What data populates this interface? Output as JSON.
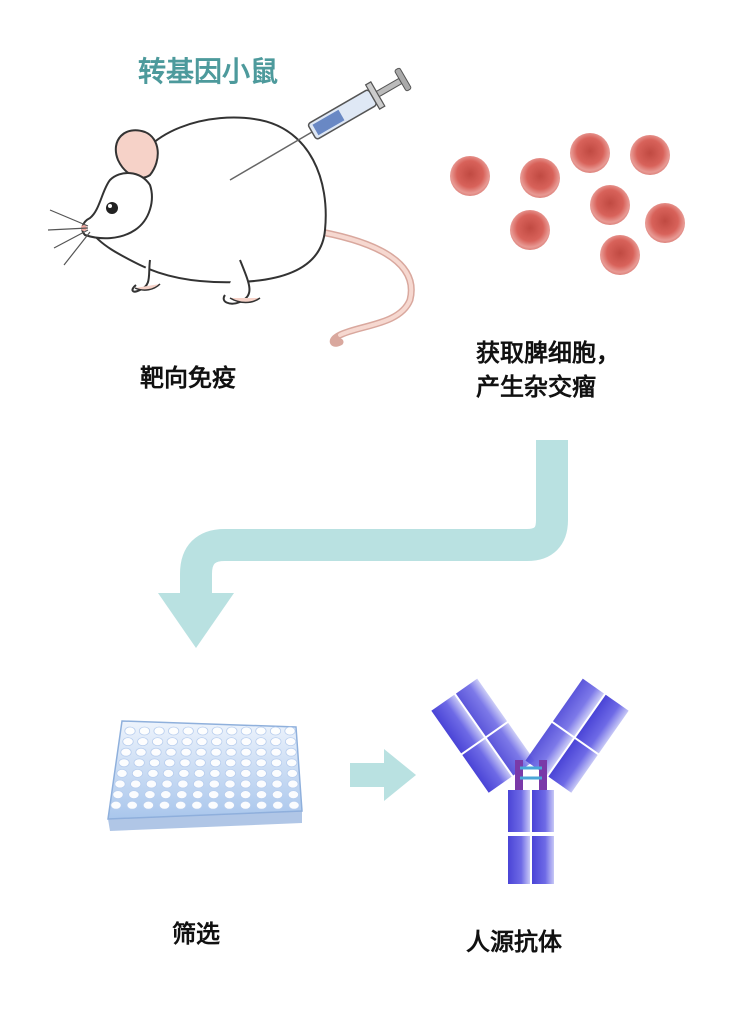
{
  "title": "转基因小鼠",
  "steps": {
    "immunize": "靶向免疫",
    "spleen_line1": "获取脾细胞，",
    "spleen_line2": "产生杂交瘤",
    "screen": "筛选",
    "antibody": "人源抗体"
  },
  "colors": {
    "title": "#4d9a9c",
    "arrow": "#b9e1e1",
    "cell_outer": "#dc7a74",
    "cell_inner": "#b84038",
    "antibody": "#4a44d6",
    "plate": "#a9c6ec"
  },
  "icons": [
    "mouse-icon",
    "syringe-icon",
    "cell-icon",
    "well-plate-icon",
    "antibody-icon",
    "arrow-icon"
  ]
}
